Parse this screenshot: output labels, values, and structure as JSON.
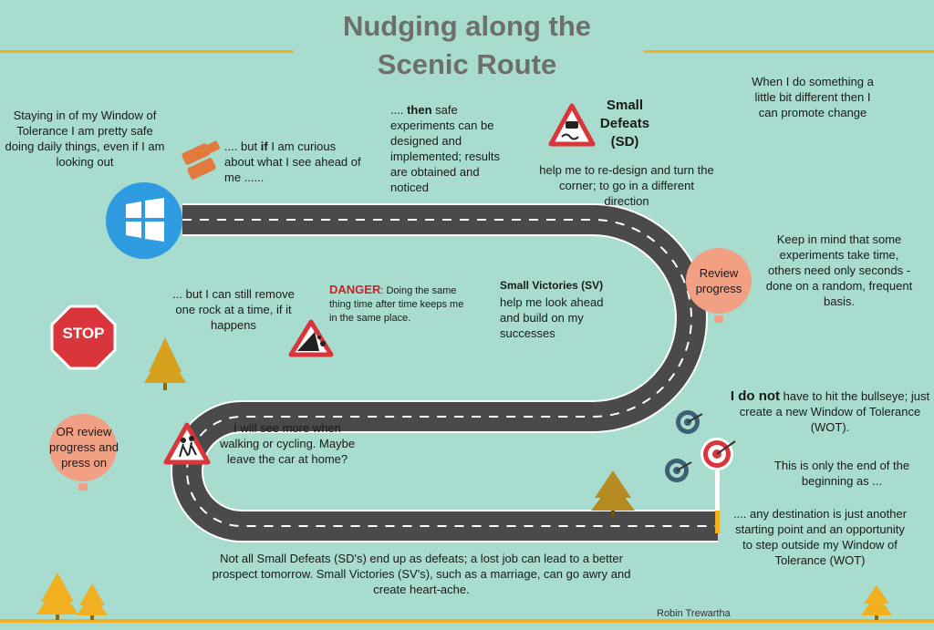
{
  "title_line1": "Nudging along the",
  "title_line2": "Scenic Route",
  "texts": {
    "window_safe": "Staying in of my Window of Tolerance I am pretty safe doing daily things, even if I am looking out",
    "curious_pre": ".... but ",
    "curious_bold": "if",
    "curious_post": " I am curious about what I see ahead of me ......",
    "then_pre": ".... ",
    "then_bold": "then",
    "then_post": " safe experiments can be designed and implemented; results are obtained and noticed",
    "sd_title": "Small Defeats (SD)",
    "sd_body": "help me to re-design and turn the corner; to go in a different direction",
    "promote_change": "When I do something a little bit different then I can promote change",
    "experiments_time": "Keep in mind that some experiments take time, others need only seconds -  done on a random, frequent basis.",
    "review_progress": "Review progress",
    "sv_title": "Small Victories  (SV)",
    "sv_body": "help me look ahead and build on my successes",
    "danger_word": "DANGER",
    "danger_body": ": Doing the same thing time after time keeps me in the same place.",
    "remove_rock": "... but I can still remove one rock at a time, if it happens",
    "stop_sign": "STOP",
    "or_review": "OR review progress and press on",
    "walking": "I will see more when walking or cycling. Maybe leave the car at home?",
    "bullseye_bold": "I do not",
    "bullseye_rest": " have to hit the bullseye; just create a new Window of Tolerance (WOT).",
    "end_beginning": "This is only the end of the beginning as ...",
    "destination": ".... any destination is just another starting point and an opportunity to step outside my Window of Tolerance (WOT)",
    "bottom_note": "Not all Small Defeats (SD's) end up as defeats; a lost job can lead to a better prospect tomorrow. Small Victories (SV's), such as a marriage, can go awry and create heart-ache.",
    "author": "Robin Trewartha"
  },
  "colors": {
    "background": "#a8dccf",
    "road": "#4a4a4a",
    "accent_line": "#f0b020",
    "balloon": "#f2a084",
    "window_icon": "#2f9be0",
    "stop_red": "#d9353a",
    "tree": "#d6a21e",
    "target_dark": "#3f5f73"
  },
  "icons": [
    "binoculars-icon",
    "windows-logo-icon",
    "slippery-road-sign-icon",
    "falling-rocks-sign-icon",
    "stop-sign-icon",
    "pedestrian-sign-icon",
    "balloon-icon",
    "target-icon",
    "tree-icon"
  ]
}
